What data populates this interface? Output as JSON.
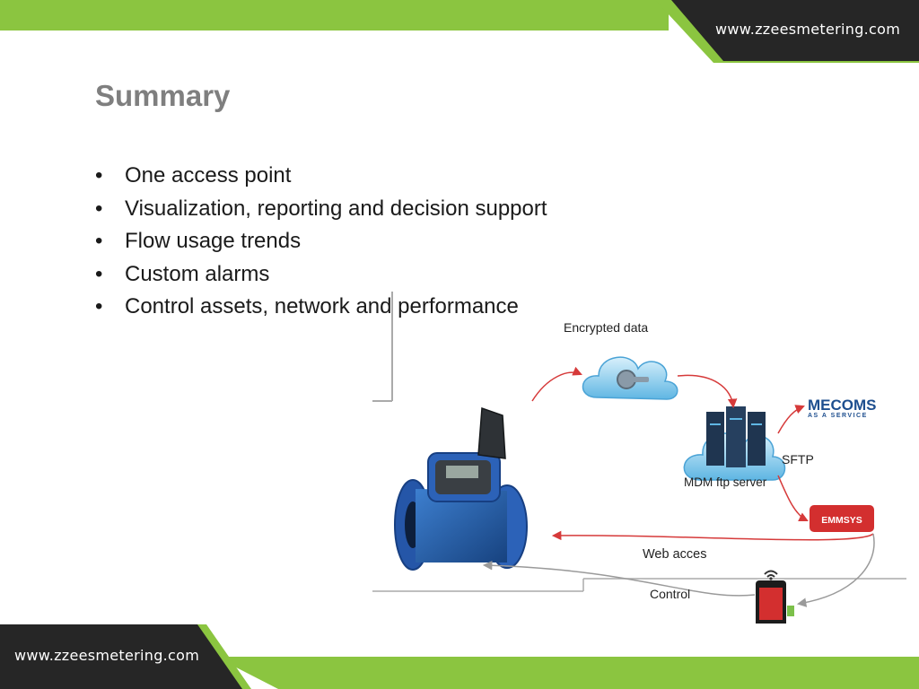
{
  "header": {
    "url": "www.zzeesmetering.com",
    "brand_green": "#8bc540",
    "brand_dark": "#262626"
  },
  "slide": {
    "title": "Summary",
    "bullet_symbol": "•",
    "bullets": [
      "One access point",
      "Visualization, reporting and decision support",
      "Flow usage trends",
      "Custom alarms",
      "Control assets, network and performance"
    ]
  },
  "diagram": {
    "encrypted_label": "Encrypted data",
    "sftp_label": "SFTP",
    "server_label": "MDM ftp server",
    "mecoms_label": "MECOMS",
    "mecoms_sub": "AS A SERVICE",
    "emmsys_label": "EMMSYS",
    "web_label": "Web acces",
    "control_label": "Control",
    "icons": [
      "cloud-key-icon",
      "server-cloud-icon",
      "water-meter-icon",
      "mobile-phone-icon",
      "wifi-icon"
    ]
  },
  "footer": {
    "url": "www.zzeesmetering.com"
  }
}
